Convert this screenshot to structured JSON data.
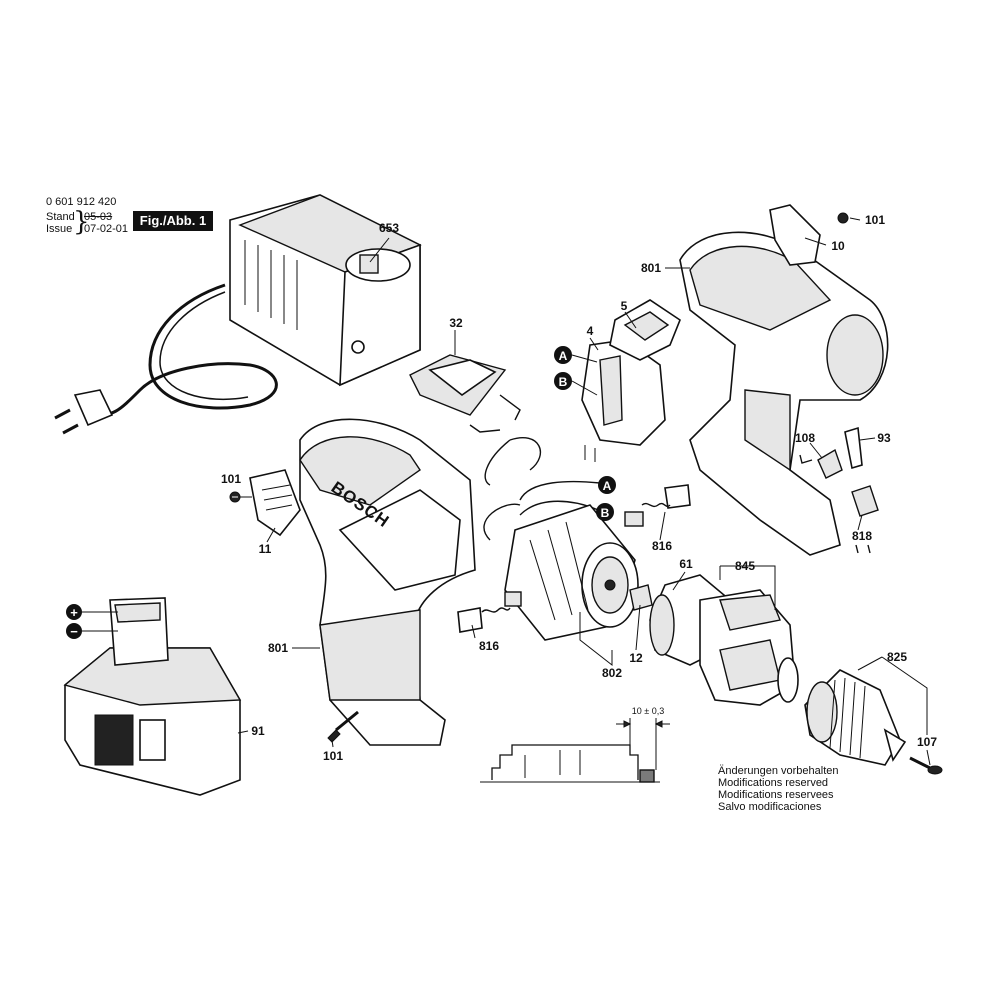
{
  "header": {
    "part_number": "0 601 912 420",
    "stand_label": "Stand",
    "stand_date": "05-03",
    "issue_label": "Issue",
    "issue_date": "07-02-01",
    "figure_label": "Fig./Abb. 1"
  },
  "brand_on_housing": "BOSCH",
  "callouts": {
    "c653": "653",
    "c101_top": "101",
    "c10": "10",
    "c801_right": "801",
    "c32": "32",
    "c5": "5",
    "c4": "4",
    "c108": "108",
    "c93": "93",
    "c101_left": "101",
    "c11": "11",
    "c816_a": "816",
    "c818": "818",
    "c61": "61",
    "c845": "845",
    "c816_b": "816",
    "c12": "12",
    "c801_left": "801",
    "c802": "802",
    "c825": "825",
    "c91": "91",
    "c101_bottom": "101",
    "c107": "107"
  },
  "connectors": {
    "a_top": "A",
    "b_top": "B",
    "a_motor": "A",
    "b_motor": "B"
  },
  "battery_terminals": {
    "plus": "+",
    "minus": "−"
  },
  "dimension": "10 ± 0,3",
  "notes": [
    "Änderungen vorbehalten",
    "Modifications reserved",
    "Modifications reservees",
    "Salvo modificaciones"
  ]
}
